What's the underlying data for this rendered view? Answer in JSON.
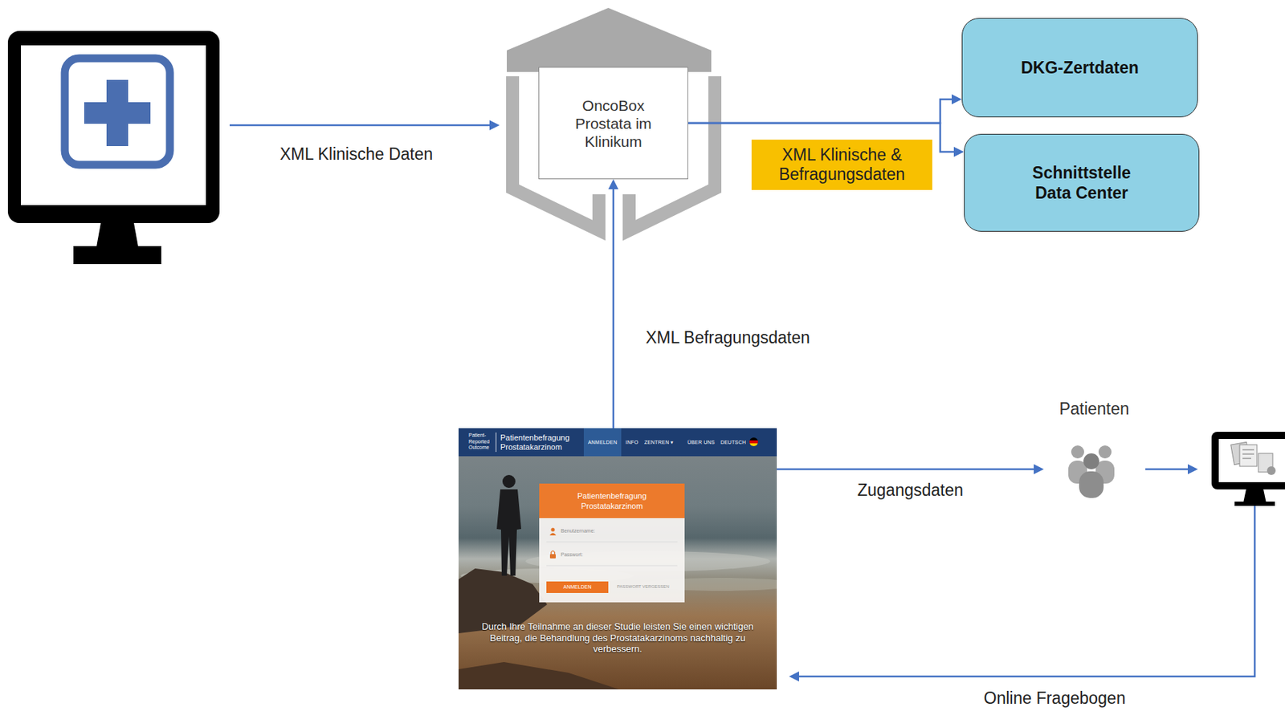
{
  "diagram": {
    "nodes": [
      {
        "text": [
          "OncoBox Prostata im Klinikum"
        ]
      },
      {
        "text": [
          "DKG-Zertdaten"
        ]
      },
      {
        "text": [
          "Schnittstelle Data Center"
        ]
      },
      {
        "text": [
          "Patient-Reported Outcome",
          "Patientenbefragung Prostatakarzinom",
          "ANMELDEN",
          "INFO",
          "ZENTREN ▾",
          "ÜBER UNS",
          "DEUTSCH",
          "Durch Ihre Teilnahme an dieser Studie leisten Sie einen wichtigen Beitrag, die Behandlung des Prostatakarzinoms nachhaltig zu verbessern."
        ]
      },
      {
        "text": [
          "Patientenbefragung Prostatakarzinom",
          "Benutzername:",
          "Passwort:",
          "ANMELDEN",
          "PASSWORT VERGESSEN"
        ],
        "in": 3
      },
      {
        "text": [
          "Patienten"
        ]
      }
    ],
    "edges": [
      {
        "from": 3,
        "to": 0,
        "arrow": "to",
        "label": "XML Befragungsdaten"
      },
      {
        "from": 0,
        "to": 1,
        "arrow": "to",
        "label": "XML Klinische & Befragungsdaten"
      },
      {
        "from": 0,
        "to": 2,
        "arrow": "to"
      },
      {
        "from": 3,
        "to": 5,
        "arrow": "to",
        "label": "Zugangsdaten"
      }
    ],
    "labels": [
      "XML Klinische Daten",
      "Online Fragebogen"
    ]
  }
}
